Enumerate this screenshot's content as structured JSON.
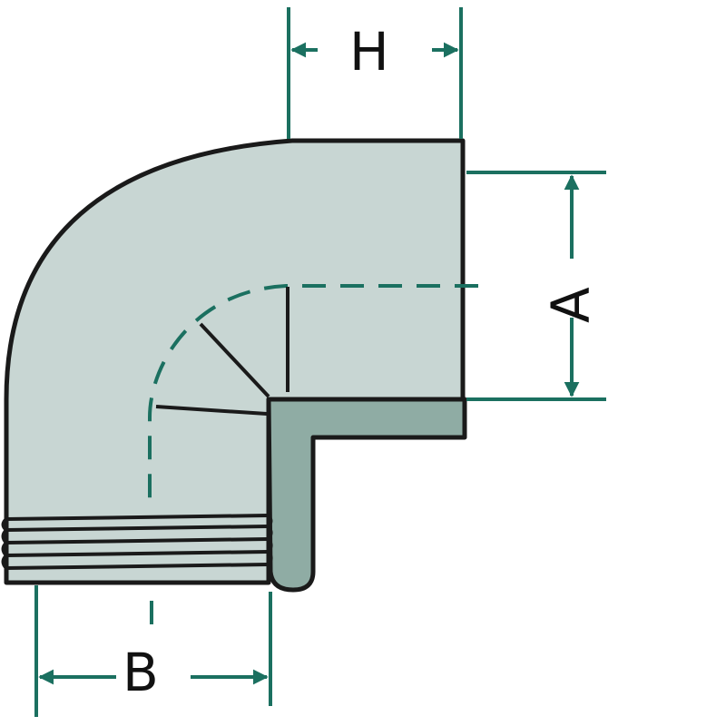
{
  "diagram": {
    "dimensions": {
      "h_label": "H",
      "a_label": "A",
      "b_label": "B"
    },
    "colors": {
      "accent": "#1b7060",
      "fitting_body": "#c8d6d3",
      "fitting_section": "#8faca4",
      "outline": "#1a1a1a"
    },
    "icons": {
      "part": "elbow-fitting-icon"
    }
  }
}
